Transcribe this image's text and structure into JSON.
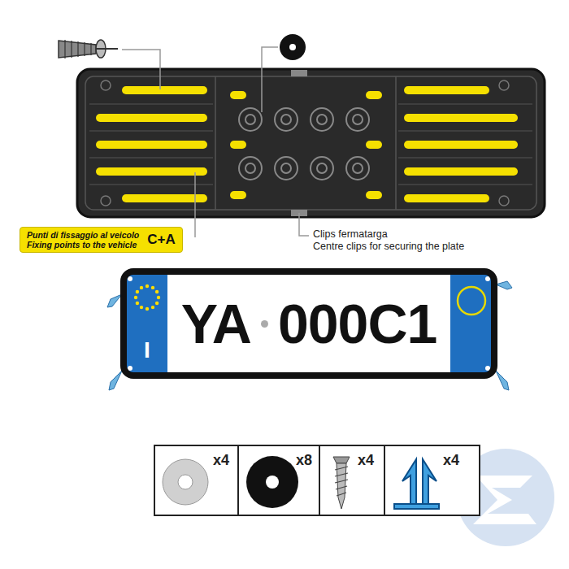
{
  "diagram": {
    "nodes": [
      {
        "text": [
          "Punti di fissaggio al veicolo",
          "Fixing points to the vehicle",
          "C+A"
        ]
      },
      {
        "text": [
          "I",
          "YA",
          "000C1"
        ]
      }
    ],
    "labels": [
      "Clips fermatarga",
      "Centre clips for securing the plate",
      "x4",
      "x8",
      "x4",
      "x4"
    ]
  }
}
